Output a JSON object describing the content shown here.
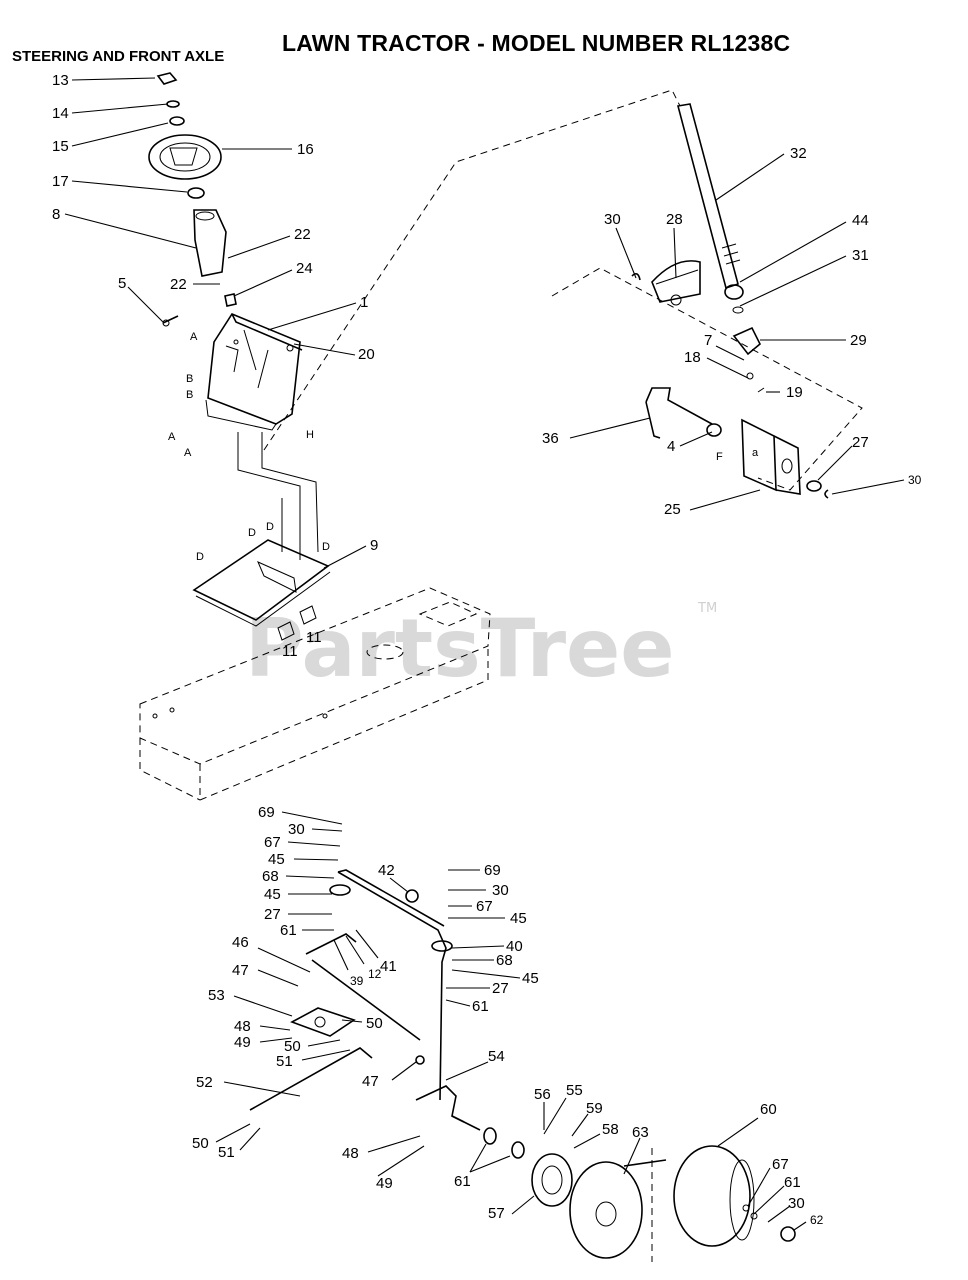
{
  "header": {
    "title": "LAWN TRACTOR - MODEL NUMBER RL1238C",
    "section": "STEERING AND FRONT AXLE"
  },
  "watermark": {
    "text": "PartsTree",
    "tm": "TM"
  },
  "callouts": [
    {
      "id": "c13a",
      "text": "13"
    },
    {
      "id": "c14a",
      "text": "14"
    },
    {
      "id": "c15a",
      "text": "15"
    },
    {
      "id": "c16a",
      "text": "16"
    },
    {
      "id": "c17a",
      "text": "17"
    },
    {
      "id": "c8a",
      "text": "8"
    },
    {
      "id": "c22a",
      "text": "22"
    },
    {
      "id": "c22b",
      "text": "22"
    },
    {
      "id": "c24a",
      "text": "24"
    },
    {
      "id": "c5a",
      "text": "5"
    },
    {
      "id": "c1a",
      "text": "1"
    },
    {
      "id": "c20a",
      "text": "20"
    },
    {
      "id": "c9a",
      "text": "9"
    },
    {
      "id": "c11a",
      "text": "11"
    },
    {
      "id": "c11b",
      "text": "11"
    },
    {
      "id": "c32a",
      "text": "32"
    },
    {
      "id": "c30a",
      "text": "30"
    },
    {
      "id": "c28a",
      "text": "28"
    },
    {
      "id": "c44a",
      "text": "44"
    },
    {
      "id": "c31a",
      "text": "31"
    },
    {
      "id": "c29a",
      "text": "29"
    },
    {
      "id": "c7a",
      "text": "7"
    },
    {
      "id": "c18a",
      "text": "18"
    },
    {
      "id": "c19a",
      "text": "19"
    },
    {
      "id": "c36a",
      "text": "36"
    },
    {
      "id": "c4a",
      "text": "4"
    },
    {
      "id": "c27a",
      "text": "27"
    },
    {
      "id": "c30b",
      "text": "30"
    },
    {
      "id": "c25a",
      "text": "25"
    },
    {
      "id": "c69a",
      "text": "69"
    },
    {
      "id": "c30c",
      "text": "30"
    },
    {
      "id": "c67a",
      "text": "67"
    },
    {
      "id": "c45a",
      "text": "45"
    },
    {
      "id": "c68a",
      "text": "68"
    },
    {
      "id": "c45b",
      "text": "45"
    },
    {
      "id": "c27b",
      "text": "27"
    },
    {
      "id": "c61a",
      "text": "61"
    },
    {
      "id": "c42a",
      "text": "42"
    },
    {
      "id": "c69b",
      "text": "69"
    },
    {
      "id": "c30d",
      "text": "30"
    },
    {
      "id": "c67b",
      "text": "67"
    },
    {
      "id": "c45c",
      "text": "45"
    },
    {
      "id": "c40a",
      "text": "40"
    },
    {
      "id": "c68b",
      "text": "68"
    },
    {
      "id": "c45d",
      "text": "45"
    },
    {
      "id": "c27c",
      "text": "27"
    },
    {
      "id": "c61b",
      "text": "61"
    },
    {
      "id": "c46a",
      "text": "46"
    },
    {
      "id": "c39a",
      "text": "39"
    },
    {
      "id": "c12a",
      "text": "12"
    },
    {
      "id": "c41a",
      "text": "41"
    },
    {
      "id": "c47a",
      "text": "47"
    },
    {
      "id": "c53a",
      "text": "53"
    },
    {
      "id": "c50a",
      "text": "50"
    },
    {
      "id": "c48a",
      "text": "48"
    },
    {
      "id": "c49a",
      "text": "49"
    },
    {
      "id": "c50b",
      "text": "50"
    },
    {
      "id": "c51a",
      "text": "51"
    },
    {
      "id": "c47b",
      "text": "47"
    },
    {
      "id": "c52a",
      "text": "52"
    },
    {
      "id": "c54a",
      "text": "54"
    },
    {
      "id": "c50c",
      "text": "50"
    },
    {
      "id": "c51b",
      "text": "51"
    },
    {
      "id": "c48b",
      "text": "48"
    },
    {
      "id": "c49b",
      "text": "49"
    },
    {
      "id": "c56a",
      "text": "56"
    },
    {
      "id": "c55a",
      "text": "55"
    },
    {
      "id": "c59a",
      "text": "59"
    },
    {
      "id": "c58a",
      "text": "58"
    },
    {
      "id": "c63a",
      "text": "63"
    },
    {
      "id": "c60a",
      "text": "60"
    },
    {
      "id": "c61c",
      "text": "61"
    },
    {
      "id": "c57a",
      "text": "57"
    },
    {
      "id": "c67c",
      "text": "67"
    },
    {
      "id": "c61d",
      "text": "61"
    },
    {
      "id": "c30e",
      "text": "30"
    },
    {
      "id": "c62a",
      "text": "62"
    }
  ],
  "ref_letters": [
    {
      "id": "lA1",
      "text": "A"
    },
    {
      "id": "lB1",
      "text": "B"
    },
    {
      "id": "lB2",
      "text": "B"
    },
    {
      "id": "lA2",
      "text": "A"
    },
    {
      "id": "lA3",
      "text": "A"
    },
    {
      "id": "lH1",
      "text": "H"
    },
    {
      "id": "lD1",
      "text": "D"
    },
    {
      "id": "lD2",
      "text": "D"
    },
    {
      "id": "lD3",
      "text": "D"
    },
    {
      "id": "lD4",
      "text": "D"
    },
    {
      "id": "lF1",
      "text": "F"
    },
    {
      "id": "la1",
      "text": "a"
    }
  ]
}
